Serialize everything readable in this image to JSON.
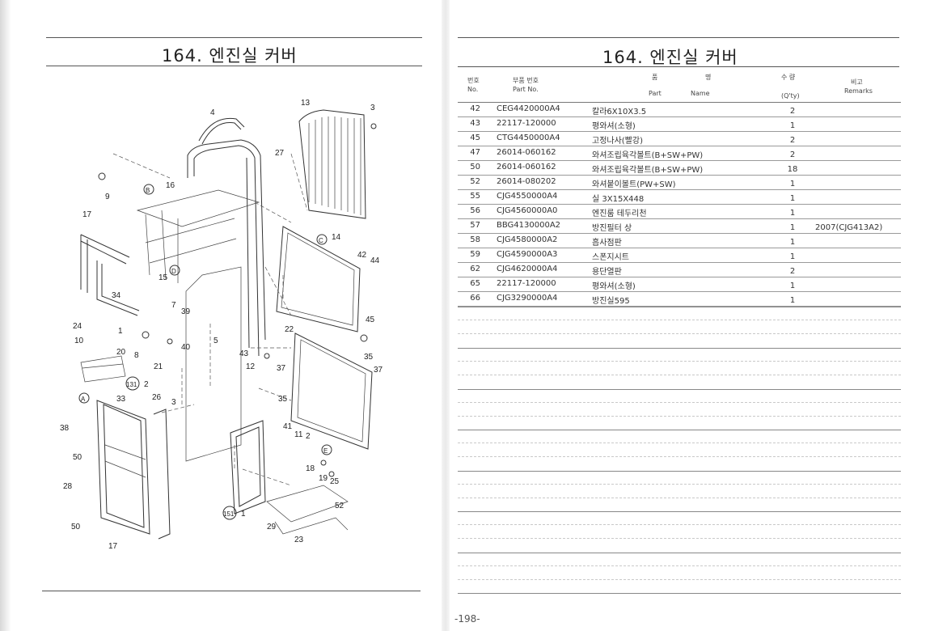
{
  "left_page": {
    "title": "164. 엔진실 커버"
  },
  "right_page": {
    "title": "164. 엔진실 커버",
    "headers": {
      "no_ko": "번호",
      "no_en": "No.",
      "part_ko": "부품 번호",
      "part_en": "Part  No.",
      "name_ko_1": "품",
      "name_ko_2": "명",
      "name_en_1": "Part",
      "name_en_2": "Name",
      "qty_ko": "수  량",
      "qty_en": "(Q'ty)",
      "remarks_ko": "비고",
      "remarks_en": "Remarks"
    },
    "parts": [
      {
        "no": "42",
        "part": "CEG4420000A4",
        "name": "칼라6X10X3.5",
        "qty": "2",
        "remarks": ""
      },
      {
        "no": "43",
        "part": "22117-120000",
        "name": "평와셔(소형)",
        "qty": "1",
        "remarks": ""
      },
      {
        "no": "45",
        "part": "CTG4450000A4",
        "name": "고정나사(빨강)",
        "qty": "2",
        "remarks": ""
      },
      {
        "no": "47",
        "part": "26014-060162",
        "name": "와셔조립육각볼트(B+SW+PW)",
        "qty": "2",
        "remarks": ""
      },
      {
        "no": "50",
        "part": "26014-060162",
        "name": "와셔조립육각볼트(B+SW+PW)",
        "qty": "18",
        "remarks": ""
      },
      {
        "no": "52",
        "part": "26014-080202",
        "name": "와셔붙이볼트(PW+SW)",
        "qty": "1",
        "remarks": ""
      },
      {
        "no": "55",
        "part": "CJG4550000A4",
        "name": "실 3X15X448",
        "qty": "1",
        "remarks": ""
      },
      {
        "no": "56",
        "part": "CJG4560000A0",
        "name": "엔진룸 테두리천",
        "qty": "1",
        "remarks": ""
      },
      {
        "no": "57",
        "part": "BBG4130000A2",
        "name": "방진필터 상",
        "qty": "1",
        "remarks": "2007(CJG413A2)"
      },
      {
        "no": "58",
        "part": "CJG4580000A2",
        "name": "흡사점판",
        "qty": "1",
        "remarks": ""
      },
      {
        "no": "59",
        "part": "CJG4590000A3",
        "name": "스폰지시트",
        "qty": "1",
        "remarks": ""
      },
      {
        "no": "62",
        "part": "CJG4620000A4",
        "name": "용단열판",
        "qty": "2",
        "remarks": ""
      },
      {
        "no": "65",
        "part": "22117-120000",
        "name": "평와셔(소형)",
        "qty": "1",
        "remarks": ""
      },
      {
        "no": "66",
        "part": "CJG3290000A4",
        "name": "방진실595",
        "qty": "1",
        "remarks": ""
      }
    ]
  },
  "diagram_labels": {
    "l4": "4",
    "l13": "13",
    "l3a": "3",
    "l27": "27",
    "l16": "16",
    "l9": "9",
    "l17a": "17",
    "l14": "14",
    "l42": "42",
    "l44": "44",
    "l34": "34",
    "l15": "15",
    "l7": "7",
    "l39": "39",
    "l24": "24",
    "l1": "1",
    "l10": "10",
    "l20": "20",
    "l8": "8",
    "l40": "40",
    "l5": "5",
    "l43": "43",
    "l22": "22",
    "l45": "45",
    "l12": "12",
    "l37a": "37",
    "l35a": "35",
    "l37b": "37",
    "l21": "21",
    "l131": "131",
    "l2a": "2",
    "l33": "33",
    "l26": "26",
    "l3b": "3",
    "l35b": "35",
    "l50a": "50",
    "l28": "28",
    "l41": "41",
    "l11": "11",
    "l2b": "2",
    "l18": "18",
    "l19": "19",
    "l25": "25",
    "l52": "52",
    "l151": "151",
    "l1b": "1",
    "l50b": "50",
    "l29": "29",
    "l23": "23",
    "l17b": "17",
    "lB": "B",
    "lC": "C",
    "lD": "D",
    "lE": "E",
    "l38": "38",
    "lA": "A"
  },
  "page_number": "-198-"
}
